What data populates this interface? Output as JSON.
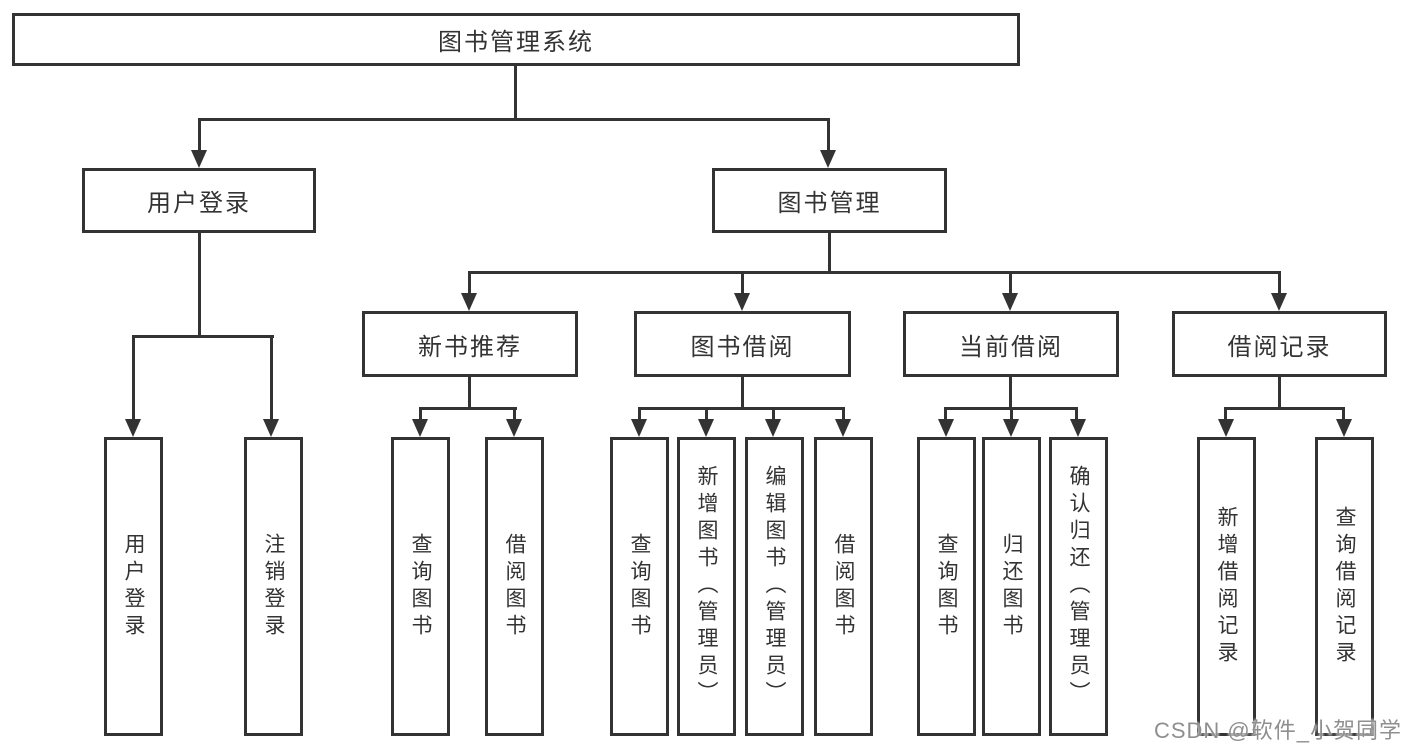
{
  "diagram_title": "图书管理系统",
  "colors": {
    "line": "#333333",
    "box_border": "#333333",
    "text": "#333333",
    "background": "#ffffff",
    "watermark": "#8f8f8f"
  },
  "watermark": {
    "text": "CSDN @软件_小贺同学"
  },
  "tree": {
    "root": {
      "label": "图书管理系统"
    },
    "level1": [
      {
        "label": "用户登录"
      },
      {
        "label": "图书管理"
      }
    ],
    "level2": [
      {
        "label": "新书推荐",
        "parent": "图书管理"
      },
      {
        "label": "图书借阅",
        "parent": "图书管理"
      },
      {
        "label": "当前借阅",
        "parent": "图书管理"
      },
      {
        "label": "借阅记录",
        "parent": "图书管理"
      }
    ],
    "leaves": [
      {
        "label": "用户登录",
        "parent": "用户登录"
      },
      {
        "label": "注销登录",
        "parent": "用户登录"
      },
      {
        "label": "查询图书",
        "parent": "新书推荐"
      },
      {
        "label": "借阅图书",
        "parent": "新书推荐"
      },
      {
        "label": "查询图书",
        "parent": "图书借阅"
      },
      {
        "label": "新增图书（管理员）",
        "parent": "图书借阅"
      },
      {
        "label": "编辑图书（管理员）",
        "parent": "图书借阅"
      },
      {
        "label": "借阅图书",
        "parent": "图书借阅"
      },
      {
        "label": "查询图书",
        "parent": "当前借阅"
      },
      {
        "label": "归还图书",
        "parent": "当前借阅"
      },
      {
        "label": "确认归还（管理员）",
        "parent": "当前借阅"
      },
      {
        "label": "新增借阅记录",
        "parent": "借阅记录"
      },
      {
        "label": "查询借阅记录",
        "parent": "借阅记录"
      }
    ]
  }
}
